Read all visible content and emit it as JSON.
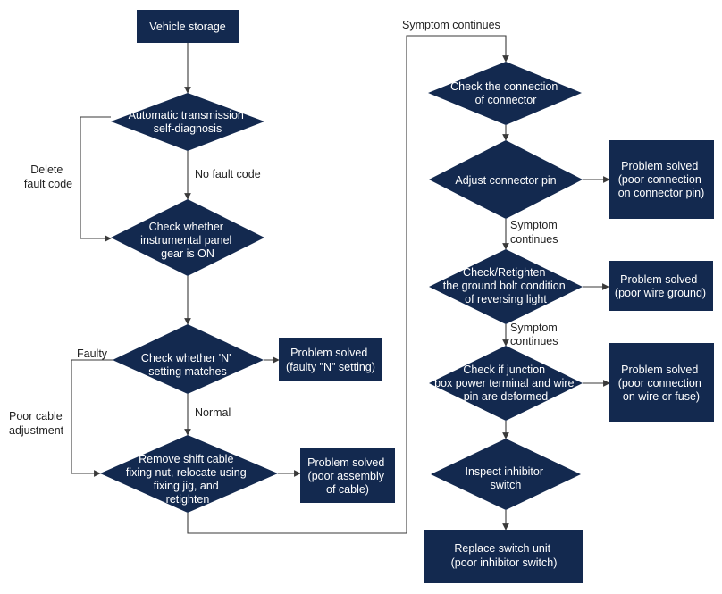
{
  "colors": {
    "node_fill": "#13294f",
    "node_text": "#ffffff",
    "edge": "#3a3a3a",
    "label": "#222222"
  },
  "nodes": {
    "vehicle_storage": [
      "Vehicle storage"
    ],
    "self_diagnosis": [
      "Automatic transmission",
      "self-diagnosis"
    ],
    "check_panel_gear": [
      "Check whether",
      "instrumental panel",
      "gear is ON"
    ],
    "check_n_setting": [
      "Check whether 'N'",
      "setting matches"
    ],
    "solved_n_setting": [
      "Problem solved",
      "(faulty \"N\" setting)"
    ],
    "remove_cable": [
      "Remove shift cable",
      "fixing nut, relocate using",
      "fixing jig, and",
      "retighten"
    ],
    "solved_cable": [
      "Problem solved",
      "(poor assembly",
      "of cable)"
    ],
    "check_connection": [
      "Check the connection",
      "of connector"
    ],
    "adjust_pin": [
      "Adjust connector pin"
    ],
    "solved_pin": [
      "Problem solved",
      "(poor connection",
      "on connector pin)"
    ],
    "check_ground": [
      "Check/Retighten",
      "the ground bolt condition",
      "of reversing light"
    ],
    "solved_ground": [
      "Problem solved",
      "(poor wire ground)"
    ],
    "check_junction": [
      "Check if junction",
      "box power terminal and wire",
      "pin are deformed"
    ],
    "solved_junction": [
      "Problem solved",
      "(poor connection",
      "on wire or fuse)"
    ],
    "inspect_inhibitor": [
      "Inspect inhibitor",
      "switch"
    ],
    "replace_switch": [
      "Replace switch unit",
      "(poor inhibitor switch)"
    ]
  },
  "edge_labels": {
    "no_fault_code": [
      "No fault code"
    ],
    "delete_fault_code": [
      "Delete",
      "fault code"
    ],
    "faulty": [
      "Faulty"
    ],
    "normal": [
      "Normal"
    ],
    "poor_cable_adjustment": [
      "Poor cable",
      "adjustment"
    ],
    "symptom_continues_top": [
      "Symptom continues"
    ],
    "symptom_continues_1": [
      "Symptom",
      "continues"
    ],
    "symptom_continues_2": [
      "Symptom",
      "continues"
    ]
  }
}
